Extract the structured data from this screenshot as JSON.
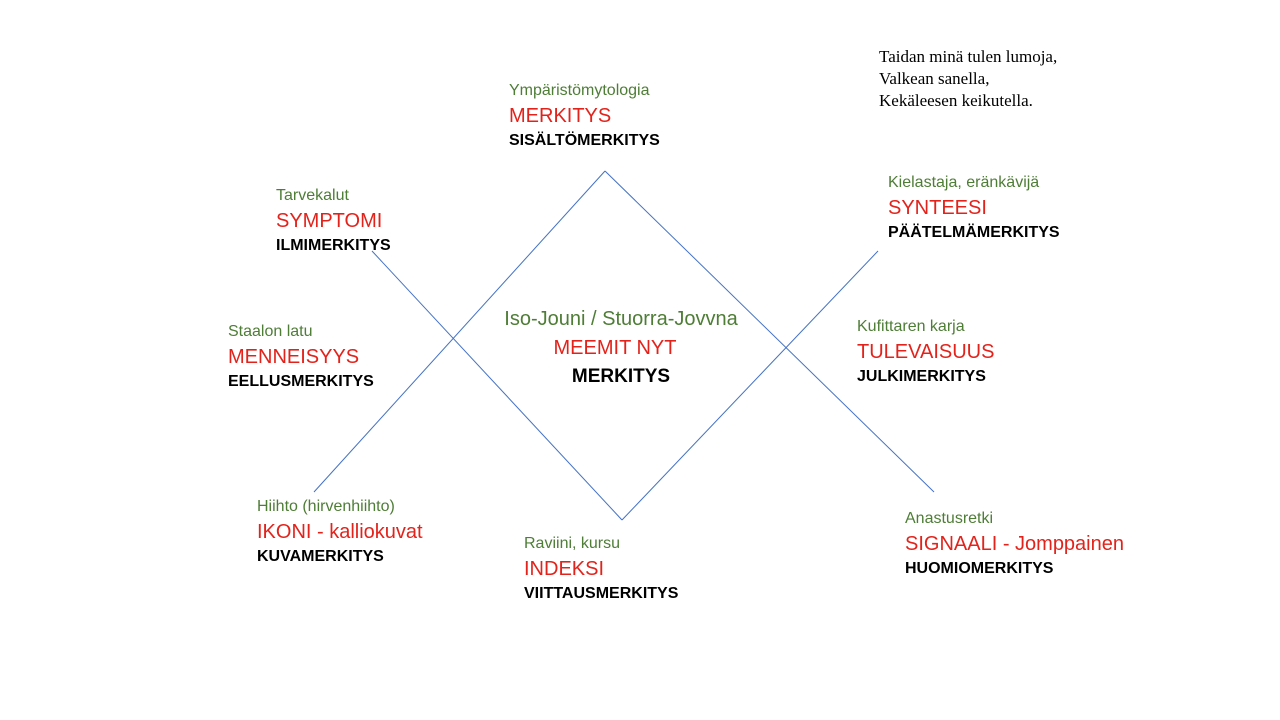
{
  "poem": {
    "lines": [
      "Taidan minä tulen lumoja,",
      "Valkean  sanella,",
      "Kekäleesen  keikutella."
    ]
  },
  "center": {
    "green": "Iso-Jouni / Stuorra-Jovvna",
    "red": "MEEMIT NYT",
    "black": "MERKITYS"
  },
  "nodes": {
    "top": {
      "green": "Ympäristömytologia",
      "red": "MERKITYS",
      "black": "SISÄLTÖMERKITYS"
    },
    "upper_left": {
      "green": "Tarvekalut",
      "red": "SYMPTOMI",
      "black": "ILMIMERKITYS"
    },
    "mid_left": {
      "green": "Staalon latu",
      "red": "MENNEISYYS",
      "black": "EELLUSMERKITYS"
    },
    "lower_left": {
      "green": "Hiihto (hirvenhiihto)",
      "red": "IKONI - kalliokuvat",
      "black": "KUVAMERKITYS"
    },
    "bottom": {
      "green": "Raviini, kursu",
      "red": "INDEKSI",
      "black": "VIITTAUSMERKITYS"
    },
    "upper_right": {
      "green": "Kielastaja, eränkävijä",
      "red": "SYNTEESI",
      "black": "PÄÄTELMÄMERKITYS"
    },
    "mid_right": {
      "green": "Kufittaren karja",
      "red": "TULEVAISUUS",
      "black": "JULKIMERKITYS"
    },
    "lower_right": {
      "green": "Anastusretki",
      "red": "SIGNAALI - Jomppainen",
      "black": "HUOMIOMERKITYS"
    }
  },
  "colors": {
    "green": "#4e7d36",
    "red": "#e3231b",
    "black": "#000000",
    "line": "#4472c4"
  }
}
